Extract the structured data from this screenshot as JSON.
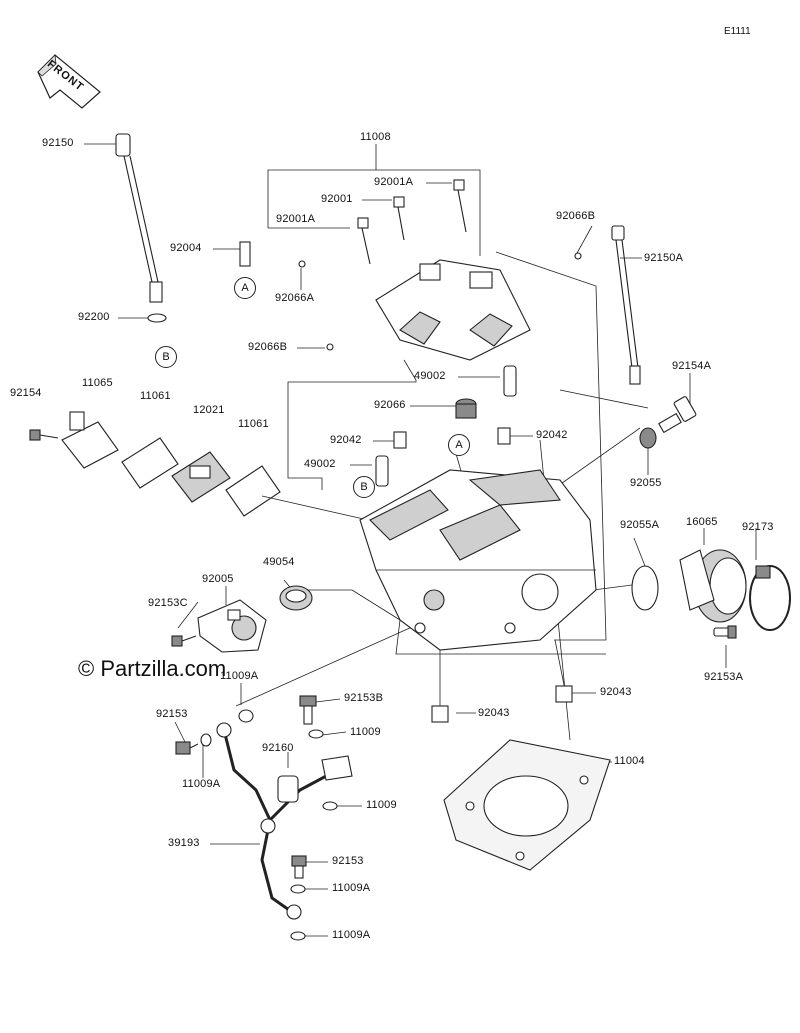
{
  "diagram_code": "E1111",
  "front_label": "FRONT",
  "watermark": "© Partzilla.com",
  "refs": {
    "a_top": "A",
    "a_mid": "A",
    "b_left": "B",
    "b_mid": "B"
  },
  "parts": {
    "p92150": "92150",
    "p11008": "11008",
    "p92001A_top": "92001A",
    "p92001": "92001",
    "p92001A_left": "92001A",
    "p92066B_top": "92066B",
    "p92150A": "92150A",
    "p92004": "92004",
    "p92066A": "92066A",
    "p92200": "92200",
    "p92066B_left": "92066B",
    "p92154": "92154",
    "p11065": "11065",
    "p11061_a": "11061",
    "p12021": "12021",
    "p11061_b": "11061",
    "p49002_top": "49002",
    "p92154A": "92154A",
    "p92066": "92066",
    "p92042_left": "92042",
    "p92042_right": "92042",
    "p49002_mid": "49002",
    "p92055": "92055",
    "p92055A": "92055A",
    "p16065": "16065",
    "p92173": "92173",
    "p92005": "92005",
    "p49054": "49054",
    "p92153C": "92153C",
    "p92153A": "92153A",
    "p11009A_top": "11009A",
    "p92153B": "92153B",
    "p92043_right": "92043",
    "p92153_left": "92153",
    "p11009_a": "11009",
    "p92043_mid": "92043",
    "p92160": "92160",
    "p11009A_left": "11009A",
    "p11004": "11004",
    "p11009_b": "11009",
    "p39193": "39193",
    "p92153_bottom": "92153",
    "p11009A_low": "11009A",
    "p11009A_bottom": "11009A"
  }
}
